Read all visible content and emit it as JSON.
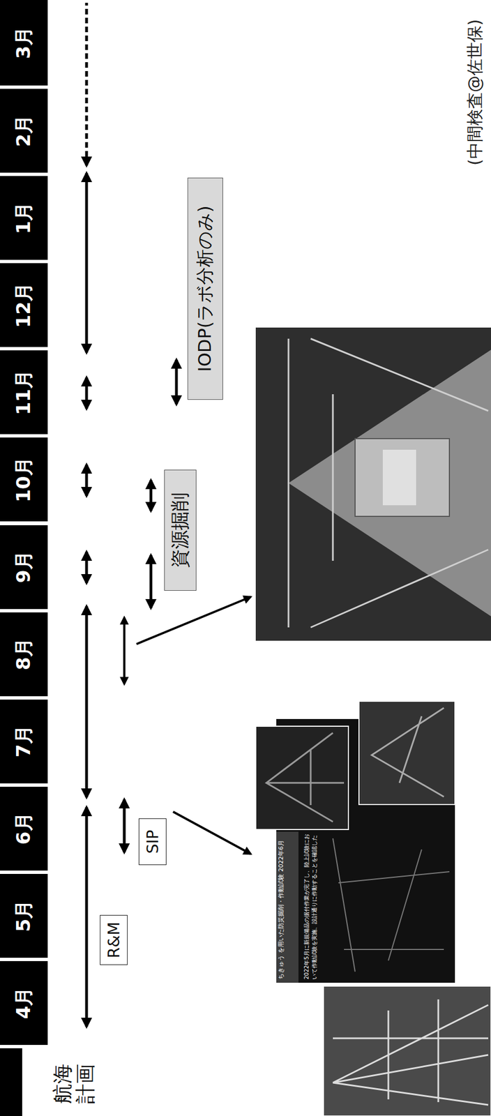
{
  "diagram": {
    "nodes": [
      {
        "text": [
          "4月"
        ]
      },
      {
        "text": [
          "5月"
        ]
      },
      {
        "text": [
          "6月"
        ]
      },
      {
        "text": [
          "7月"
        ]
      },
      {
        "text": [
          "8月"
        ]
      },
      {
        "text": [
          "9月"
        ]
      },
      {
        "text": [
          "10月"
        ]
      },
      {
        "text": [
          "11月"
        ]
      },
      {
        "text": [
          "12月"
        ]
      },
      {
        "text": [
          "1月"
        ]
      },
      {
        "text": [
          "2月"
        ]
      },
      {
        "text": [
          "3月"
        ]
      },
      {
        "text": [
          "R&M"
        ]
      },
      {
        "text": [
          "SIP"
        ]
      },
      {
        "text": [
          "資源掘削"
        ]
      },
      {
        "text": [
          "IODP(ラボ分析のみ)"
        ]
      }
    ],
    "labels": [
      "航海計画",
      "(中間検査@佐世保)",
      "ちきゅう を用いた防災掘削・作動試験 2022年6月",
      "2022年5月に新規備品の据付作業が完了し、陸上試験において作動試験を実施、設計通りに作動することを確認した"
    ]
  }
}
